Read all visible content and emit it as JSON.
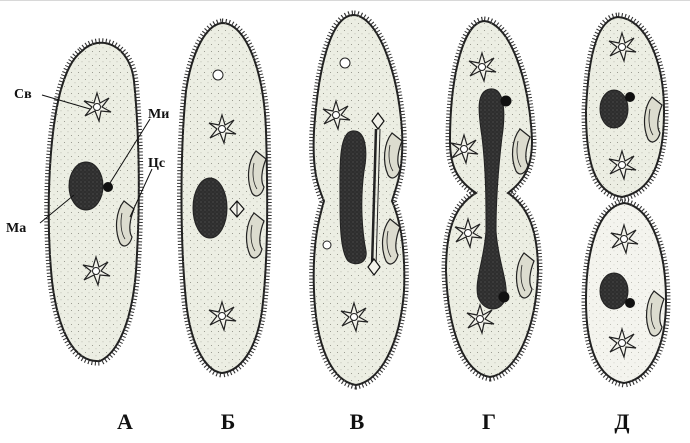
{
  "figure": {
    "stage_labels": [
      "А",
      "Б",
      "В",
      "Г",
      "Д"
    ],
    "callouts": {
      "sv": "Св",
      "mi": "Ми",
      "cs": "Цс",
      "ma": "Ма"
    }
  },
  "colors": {
    "cytoplasm": "#eceee3",
    "outline": "#222222",
    "nucleus": "#2a2a2a",
    "stipple": "#8a8a80"
  }
}
